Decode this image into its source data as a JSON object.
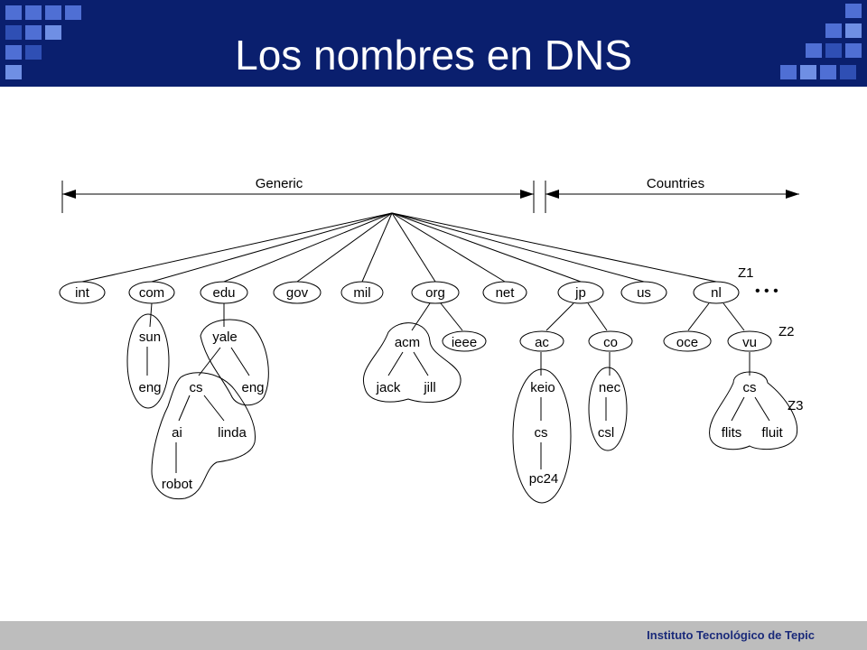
{
  "slide": {
    "title": "Los nombres en DNS",
    "footer": "Instituto Tecnológico de Tepic",
    "colors": {
      "header": "#0a1f6e",
      "accent": "#4f6fd4",
      "footer_bg": "#bdbdbd",
      "footer_text": "#1a2a7a"
    }
  },
  "diagram": {
    "labels": {
      "generic": "Generic",
      "countries": "Countries",
      "z1": "Z1",
      "z2": "Z2",
      "z3": "Z3"
    },
    "ellipsis": "• • •",
    "top_level": [
      {
        "id": "int",
        "label": "int"
      },
      {
        "id": "com",
        "label": "com"
      },
      {
        "id": "edu",
        "label": "edu"
      },
      {
        "id": "gov",
        "label": "gov"
      },
      {
        "id": "mil",
        "label": "mil"
      },
      {
        "id": "org",
        "label": "org"
      },
      {
        "id": "net",
        "label": "net"
      },
      {
        "id": "jp",
        "label": "jp"
      },
      {
        "id": "us",
        "label": "us"
      },
      {
        "id": "nl",
        "label": "nl"
      }
    ],
    "nodes": [
      {
        "id": "sun",
        "label": "sun",
        "parent": "com"
      },
      {
        "id": "eng1",
        "label": "eng",
        "parent": "sun"
      },
      {
        "id": "yale",
        "label": "yale",
        "parent": "edu"
      },
      {
        "id": "cs1",
        "label": "cs",
        "parent": "yale"
      },
      {
        "id": "eng2",
        "label": "eng",
        "parent": "yale"
      },
      {
        "id": "ai",
        "label": "ai",
        "parent": "cs1"
      },
      {
        "id": "linda",
        "label": "linda",
        "parent": "cs1"
      },
      {
        "id": "robot",
        "label": "robot",
        "parent": "ai"
      },
      {
        "id": "acm",
        "label": "acm",
        "parent": "org"
      },
      {
        "id": "ieee",
        "label": "ieee",
        "parent": "org"
      },
      {
        "id": "jack",
        "label": "jack",
        "parent": "acm"
      },
      {
        "id": "jill",
        "label": "jill",
        "parent": "acm"
      },
      {
        "id": "ac",
        "label": "ac",
        "parent": "jp"
      },
      {
        "id": "co",
        "label": "co",
        "parent": "jp"
      },
      {
        "id": "keio",
        "label": "keio",
        "parent": "ac"
      },
      {
        "id": "cs2",
        "label": "cs",
        "parent": "keio"
      },
      {
        "id": "pc24",
        "label": "pc24",
        "parent": "cs2"
      },
      {
        "id": "nec",
        "label": "nec",
        "parent": "co"
      },
      {
        "id": "csl",
        "label": "csl",
        "parent": "nec"
      },
      {
        "id": "oce",
        "label": "oce",
        "parent": "nl"
      },
      {
        "id": "vu",
        "label": "vu",
        "parent": "nl"
      },
      {
        "id": "cs3",
        "label": "cs",
        "parent": "vu"
      },
      {
        "id": "flits",
        "label": "flits",
        "parent": "cs3"
      },
      {
        "id": "fluit",
        "label": "fluit",
        "parent": "cs3"
      }
    ]
  }
}
